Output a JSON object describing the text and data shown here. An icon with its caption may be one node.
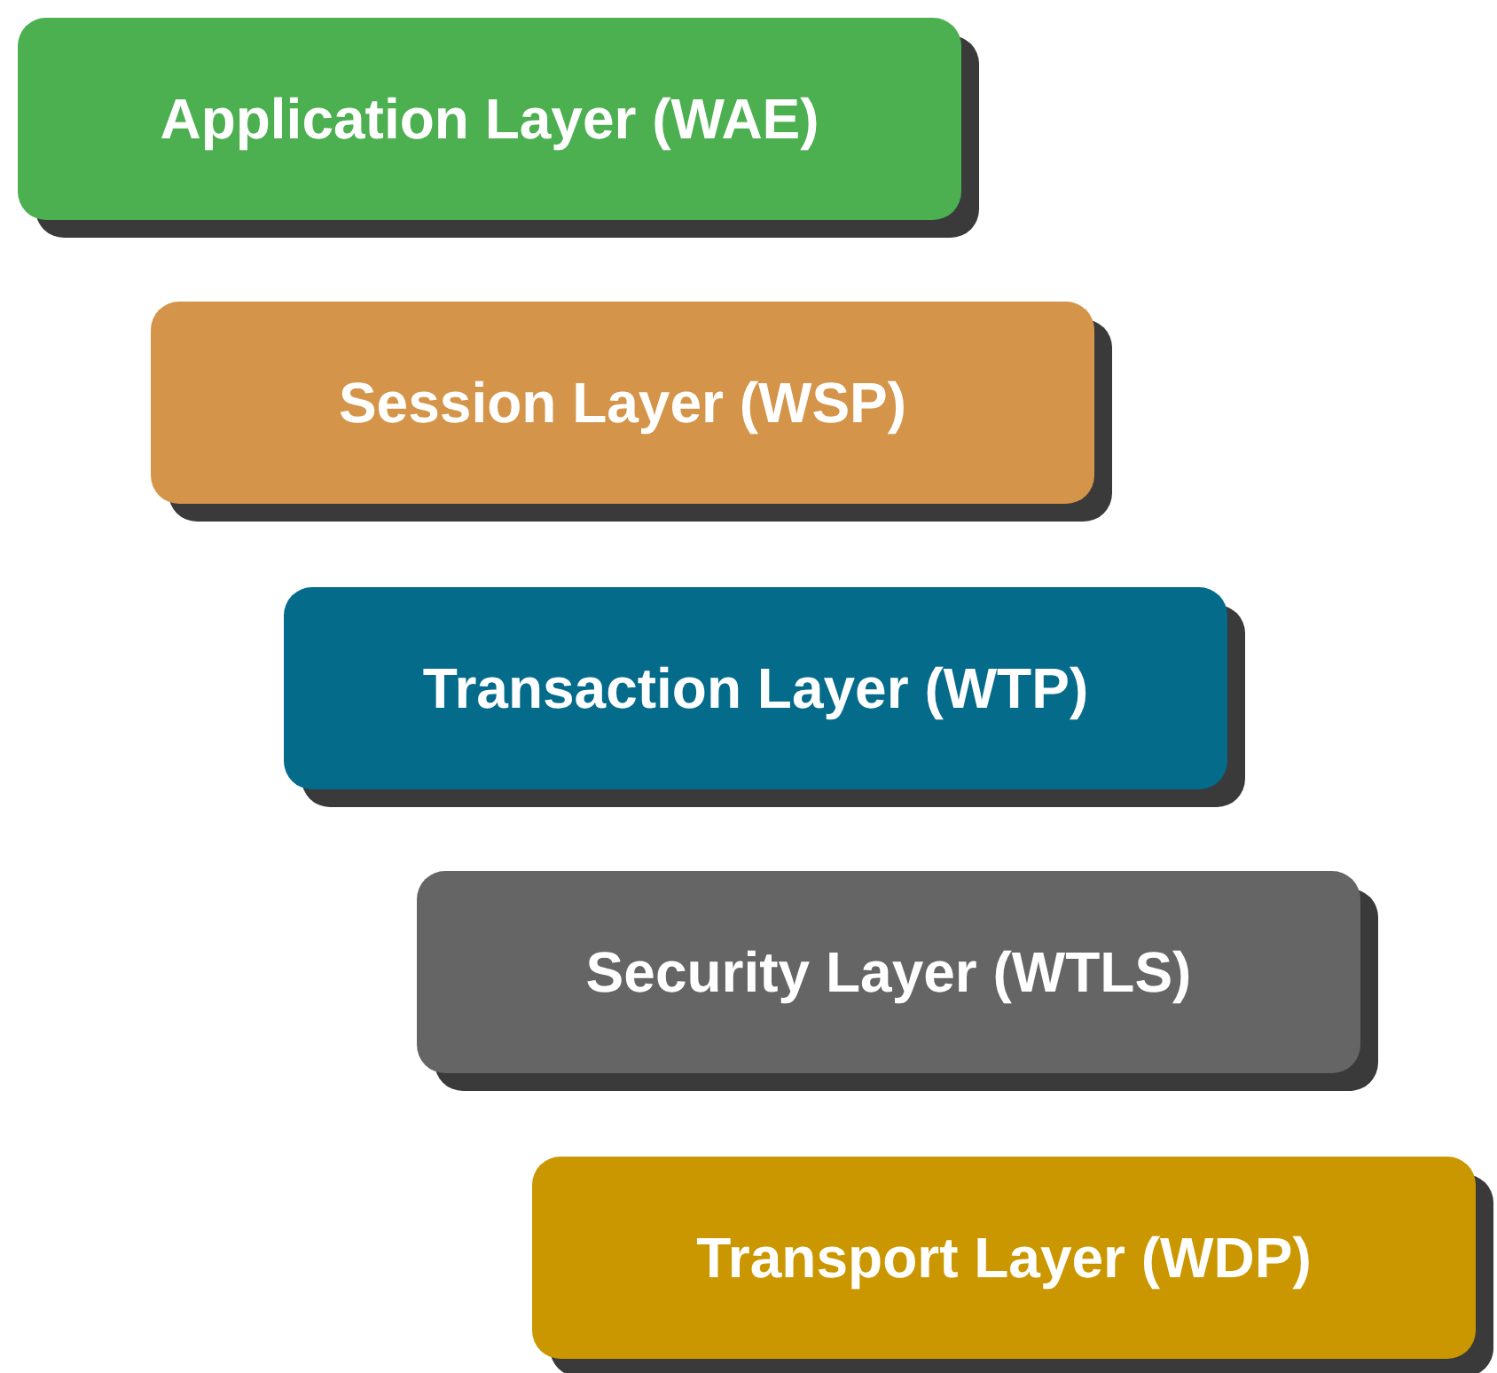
{
  "diagram": {
    "nodes": [
      {
        "text": [
          "Application Layer (WAE)"
        ]
      },
      {
        "text": [
          "Session Layer (WSP)"
        ]
      },
      {
        "text": [
          "Transaction Layer (WTP)"
        ]
      },
      {
        "text": [
          "Security Layer (WTLS)"
        ]
      },
      {
        "text": [
          "Transport Layer (WDP)"
        ]
      }
    ]
  }
}
